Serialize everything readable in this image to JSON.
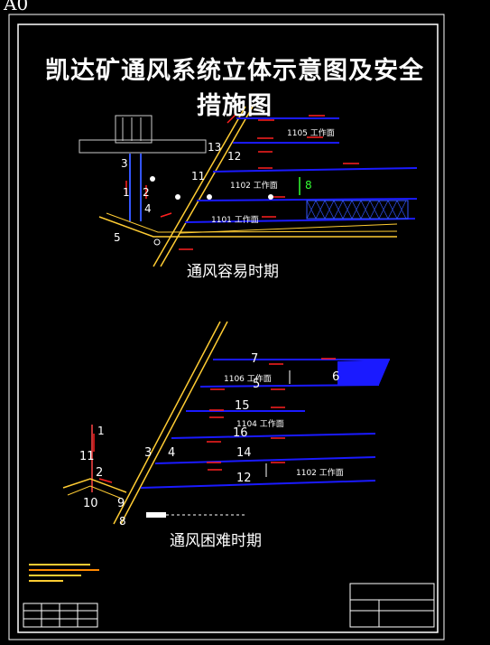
{
  "corner_label": "A0",
  "title": "凯达矿通风系统立体示意图及安全措施图",
  "period1": {
    "title": "通风容易时期",
    "faces": [
      "1105 工作面",
      "1102 工作面",
      "1101 工作面"
    ],
    "numbers": [
      "1",
      "2",
      "3",
      "4",
      "5",
      "8",
      "11",
      "12",
      "13"
    ]
  },
  "period2": {
    "title": "通风困难时期",
    "faces": [
      "1106 工作面",
      "1104 工作面",
      "1102 工作面"
    ],
    "numbers": [
      "1",
      "2",
      "3",
      "4",
      "5",
      "6",
      "7",
      "8",
      "9",
      "10",
      "11",
      "12",
      "14",
      "15",
      "16"
    ]
  },
  "colors": {
    "background": "#000000",
    "airway_blue": "#1a1aff",
    "shaft_yellow": "#ffcc33",
    "arrow_red": "#ff2020",
    "frame": "#ffffff",
    "marker_green": "#33ff33"
  }
}
